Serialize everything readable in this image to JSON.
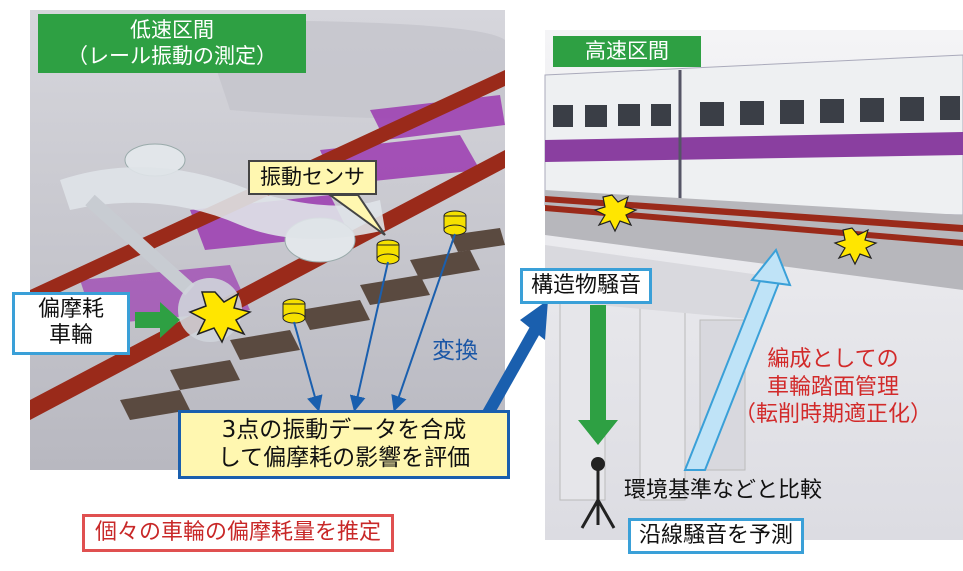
{
  "low_speed": {
    "title": "低速区間",
    "subtitle": "（レール振動の測定）"
  },
  "high_speed": {
    "title": "高速区間"
  },
  "sensor_label": "振動センサ",
  "worn_wheel": {
    "line1": "偏摩耗",
    "line2": "車輪"
  },
  "synthesis": {
    "line1": "3点の振動データを合成",
    "line2": "して偏摩耗の影響を評価"
  },
  "convert_label": "変換",
  "structure_noise": "構造物騒音",
  "estimate_wear": "個々の車輪の偏摩耗量を推定",
  "compare_label": "環境基準などと比較",
  "predict_noise": "沿線騒音を予測",
  "management": {
    "line1": "編成としての",
    "line2": "車輪踏面管理",
    "line3": "（転削時期適正化）"
  },
  "colors": {
    "green": "#2ea043",
    "blue": "#3aa0d8",
    "red": "#e05050",
    "navy": "#1a5fae",
    "sensor": "#f5e000",
    "rail": "#9a2a1a",
    "purple": "#8a3fa0"
  }
}
